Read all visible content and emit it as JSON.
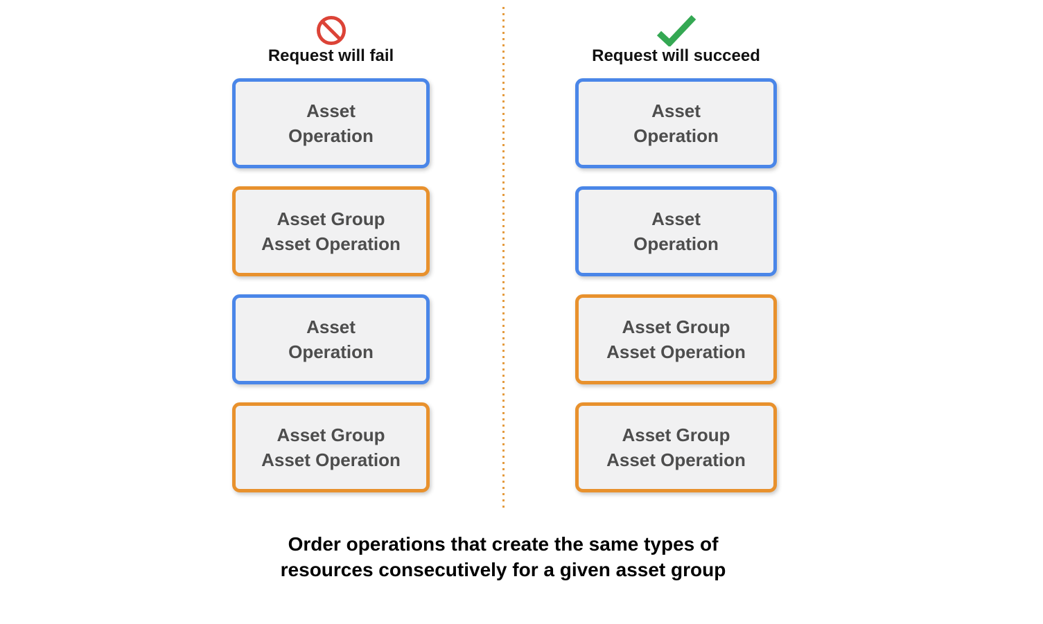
{
  "colors": {
    "blue": "#4A86E8",
    "orange": "#E8912D",
    "box-bg": "#F1F1F2",
    "box-text": "#4D4D4D",
    "red": "#DC4337",
    "green": "#34A853",
    "divider": "#E49B3F"
  },
  "columns": [
    {
      "id": "fail",
      "icon": "prohibition-icon",
      "header": "Request will fail",
      "boxes": [
        {
          "kind": "asset-operation",
          "accent": "blue",
          "lines": [
            "Asset",
            "Operation"
          ]
        },
        {
          "kind": "asset-group-asset-operation",
          "accent": "orange",
          "lines": [
            "Asset Group",
            "Asset Operation"
          ]
        },
        {
          "kind": "asset-operation",
          "accent": "blue",
          "lines": [
            "Asset",
            "Operation"
          ]
        },
        {
          "kind": "asset-group-asset-operation",
          "accent": "orange",
          "lines": [
            "Asset Group",
            "Asset Operation"
          ]
        }
      ]
    },
    {
      "id": "succeed",
      "icon": "checkmark-icon",
      "header": "Request will succeed",
      "boxes": [
        {
          "kind": "asset-operation",
          "accent": "blue",
          "lines": [
            "Asset",
            "Operation"
          ]
        },
        {
          "kind": "asset-operation",
          "accent": "blue",
          "lines": [
            "Asset",
            "Operation"
          ]
        },
        {
          "kind": "asset-group-asset-operation",
          "accent": "orange",
          "lines": [
            "Asset Group",
            "Asset Operation"
          ]
        },
        {
          "kind": "asset-group-asset-operation",
          "accent": "orange",
          "lines": [
            "Asset Group",
            "Asset Operation"
          ]
        }
      ]
    }
  ],
  "caption": {
    "lines": [
      "Order operations that create the same types of",
      "resources consecutively for a given asset group"
    ]
  }
}
